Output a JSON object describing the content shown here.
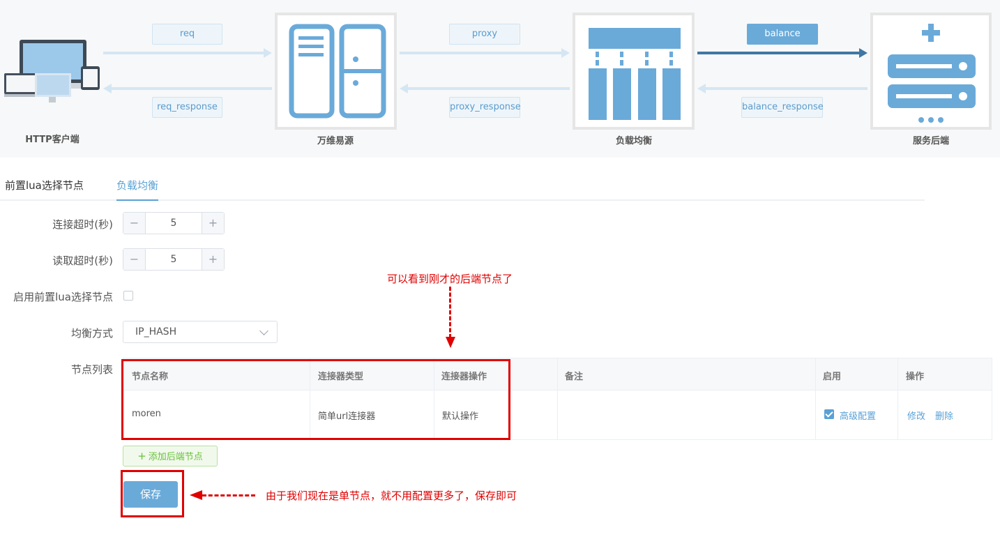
{
  "flow": {
    "nodes": {
      "client": "HTTP客户端",
      "wanweiyiyuan": "万维易源",
      "load_balance": "负载均衡",
      "backend": "服务后端"
    },
    "tags": {
      "req": "req",
      "req_response": "req_response",
      "proxy": "proxy",
      "proxy_response": "proxy_response",
      "balance": "balance",
      "balance_response": "balance_response"
    },
    "icons": [
      "devices-icon",
      "server-cabinet-icon",
      "load-balancer-icon",
      "server-stack-icon"
    ]
  },
  "tabs": [
    {
      "label": "前置lua选择节点",
      "active": false
    },
    {
      "label": "负载均衡",
      "active": true
    }
  ],
  "form": {
    "connect_timeout": {
      "label": "连接超时(秒)",
      "value": "5"
    },
    "read_timeout": {
      "label": "读取超时(秒)",
      "value": "5"
    },
    "enable_lua": {
      "label": "启用前置lua选择节点",
      "checked": false
    },
    "balance_mode": {
      "label": "均衡方式",
      "value": "IP_HASH"
    },
    "node_list_label": "节点列表"
  },
  "table": {
    "headers": [
      "节点名称",
      "连接器类型",
      "连接器操作",
      "备注",
      "启用",
      "操作"
    ],
    "rows": [
      {
        "name": "moren",
        "connector_type": "简单url连接器",
        "connector_op": "默认操作",
        "remark": "",
        "enable_checked": true,
        "enable_link": "高级配置",
        "edit": "修改",
        "delete": "删除"
      }
    ]
  },
  "buttons": {
    "add_node": "添加后端节点",
    "save": "保存"
  },
  "annotations": {
    "top_note": "可以看到刚才的后端节点了",
    "save_note": "由于我们现在是单节点，就不用配置更多了，保存即可"
  },
  "colors": {
    "accent": "#5aa1d6",
    "annotation_red": "#e00000",
    "success_green": "#67c23a"
  }
}
